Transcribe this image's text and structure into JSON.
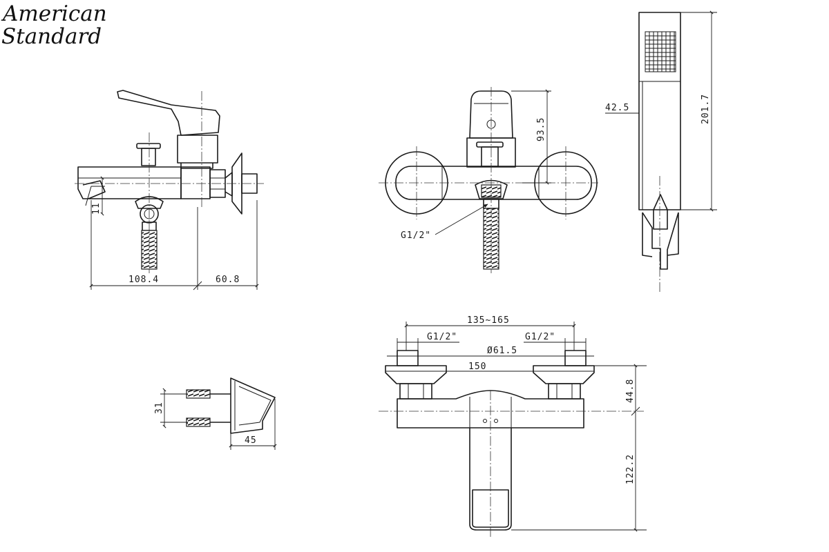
{
  "brand": {
    "line1": "American",
    "line2": "Standard"
  },
  "dimensions": {
    "spout_depth": "108.4",
    "wall_depth": "60.8",
    "spout_height": "11",
    "outlet_thread": "G1/2\"",
    "body_height": "93.5",
    "handshower_width": "42.5",
    "handshower_length": "201.7",
    "holder_spacing": "31",
    "holder_depth": "45",
    "centres_range": "135~165",
    "inlet_left": "G1/2\"",
    "inlet_right": "G1/2\"",
    "escutcheon_dia": "Ø61.5",
    "body_width": "150",
    "wall_to_axis": "44.8",
    "handle_length": "122.2"
  }
}
